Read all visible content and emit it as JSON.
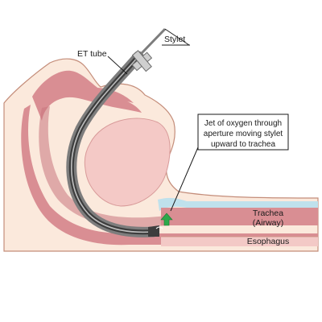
{
  "labels": {
    "stylet": "Stylet",
    "et_tube": "ET tube",
    "callout_line1": "Jet of oxygen through",
    "callout_line2": "aperture moving stylet",
    "callout_line3": "upward to trachea",
    "trachea_line1": "Trachea",
    "trachea_line2": "(Airway)",
    "esophagus": "Esophagus"
  },
  "colors": {
    "skin": "#fbe9dc",
    "skin_outline": "#c48d7a",
    "mucosa": "#d98e93",
    "mucosa_dark": "#c9757d",
    "airway_blue": "#bfe1ec",
    "tube_gray": "#7d7d7d",
    "tube_dark": "#3d3d3d",
    "arrow_green": "#2ea84a"
  },
  "icons": {
    "oxygen_jet": "green-up-arrow-icon",
    "tube_connector": "cross-connector-icon"
  }
}
